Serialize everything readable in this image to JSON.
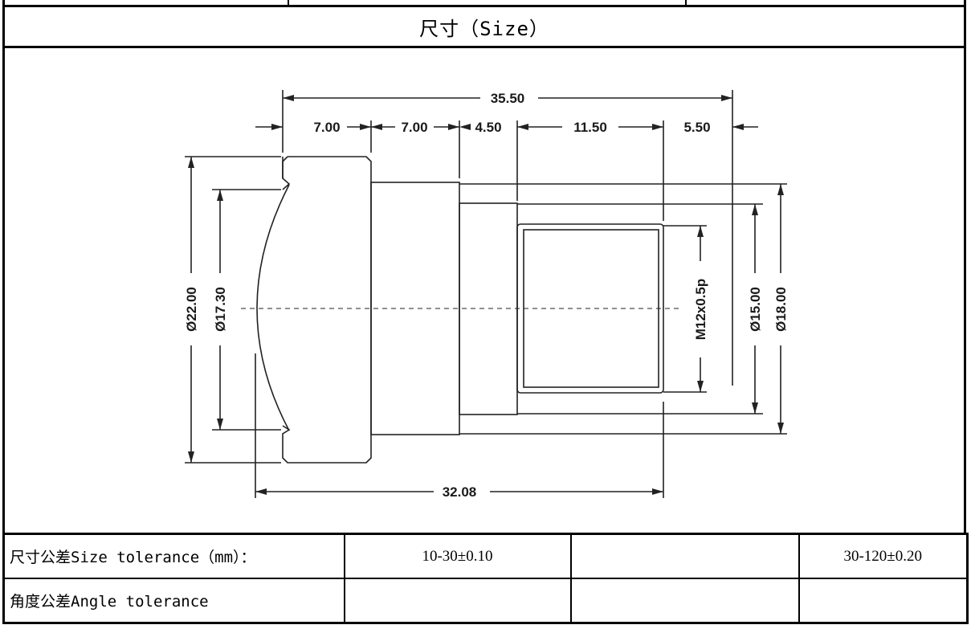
{
  "header": {
    "title_cn": "尺寸",
    "title_en": "（Size）"
  },
  "dimensions": {
    "overall_length": "35.50",
    "seg1": "7.00",
    "seg2": "7.00",
    "seg3": "4.50",
    "seg4": "11.50",
    "seg5": "5.50",
    "bottom_length": "32.08",
    "dia_outer": "Ø22.00",
    "dia_inner": "Ø17.30",
    "thread": "M12x0.5p",
    "dia_15": "Ø15.00",
    "dia_18": "Ø18.00"
  },
  "tolerance": {
    "size_label": "尺寸公差Size tolerance（mm）：",
    "size_range1": "10-30±0.10",
    "size_range2": "",
    "size_range3": "30-120±0.20",
    "angle_label": "角度公差Angle tolerance",
    "angle_v1": "",
    "angle_v2": "",
    "angle_v3": ""
  }
}
